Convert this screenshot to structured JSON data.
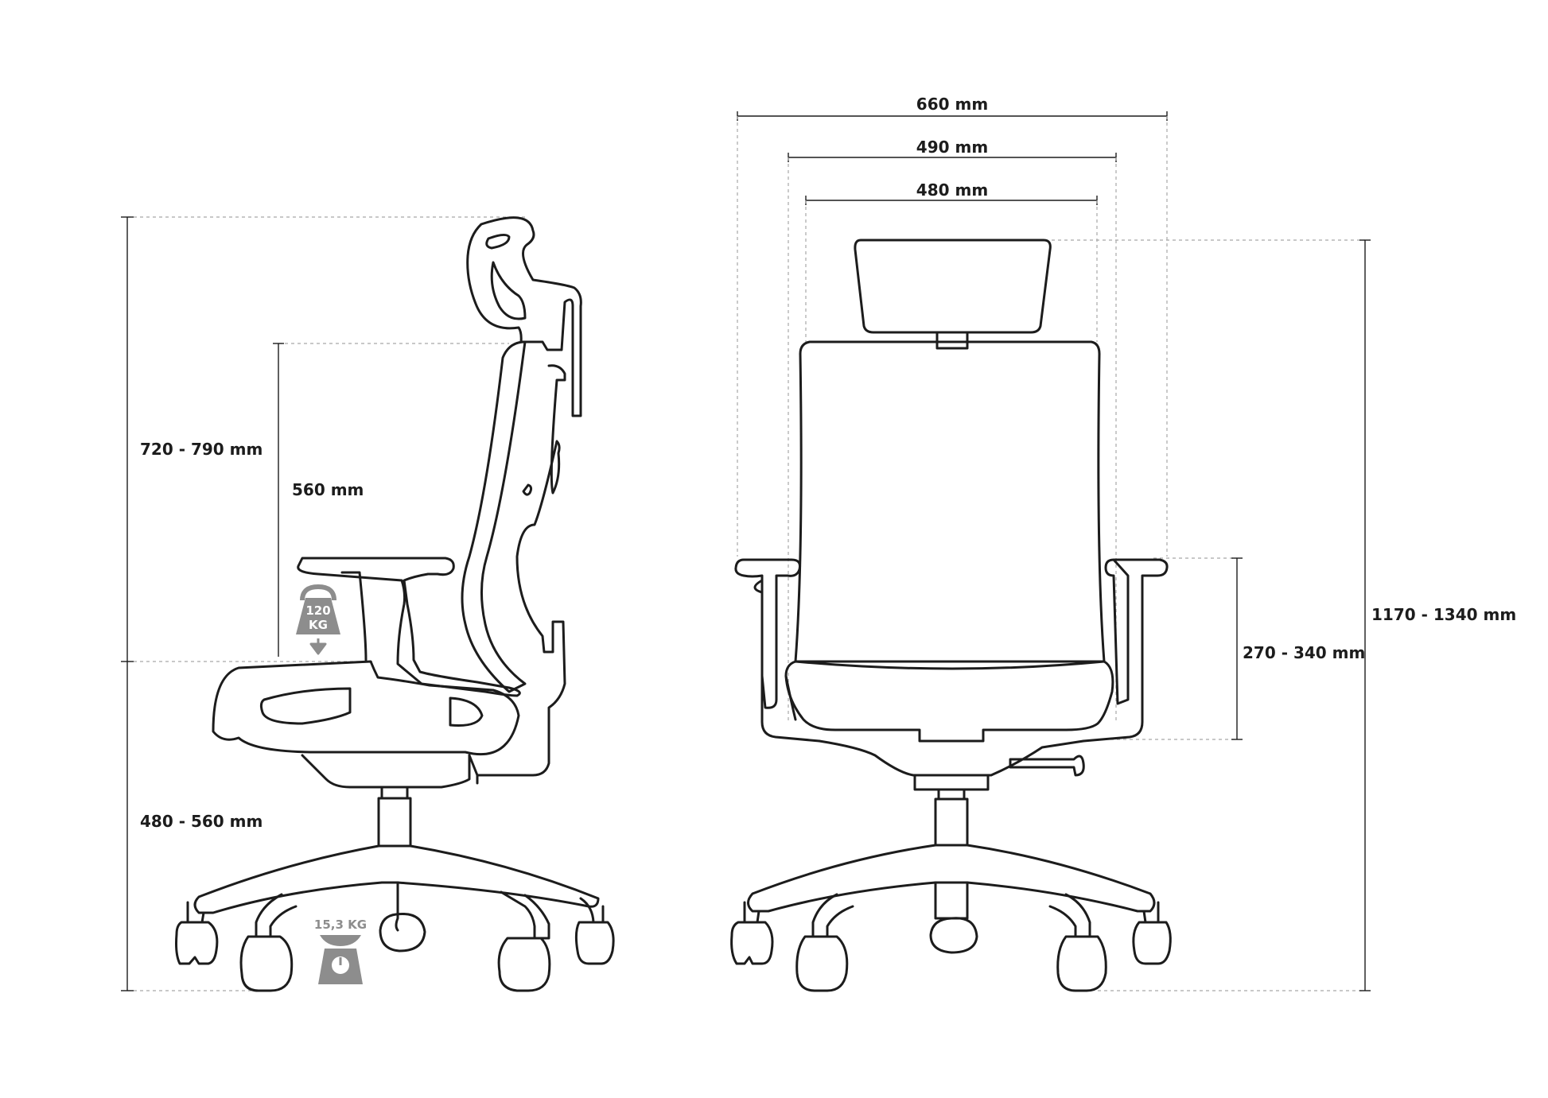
{
  "dimensions": {
    "side_total_height": "720 - 790 mm",
    "side_backrest_height": "560 mm",
    "side_seat_height": "480 - 560 mm",
    "front_overall_width": "660 mm",
    "front_backrest_width": "490 mm",
    "front_seat_width": "480 mm",
    "front_armrest_height": "270 - 340 mm",
    "front_total_height": "1170 - 1340 mm"
  },
  "badges": {
    "max_load": {
      "line1": "120",
      "line2": "KG",
      "icon": "weight-icon"
    },
    "chair_weight": {
      "label": "15,3 KG",
      "icon": "scale-icon"
    }
  },
  "colors": {
    "line": "#1c1c1c",
    "guide": "#a8a8a8",
    "icon_gray": "#8d8d8d"
  }
}
